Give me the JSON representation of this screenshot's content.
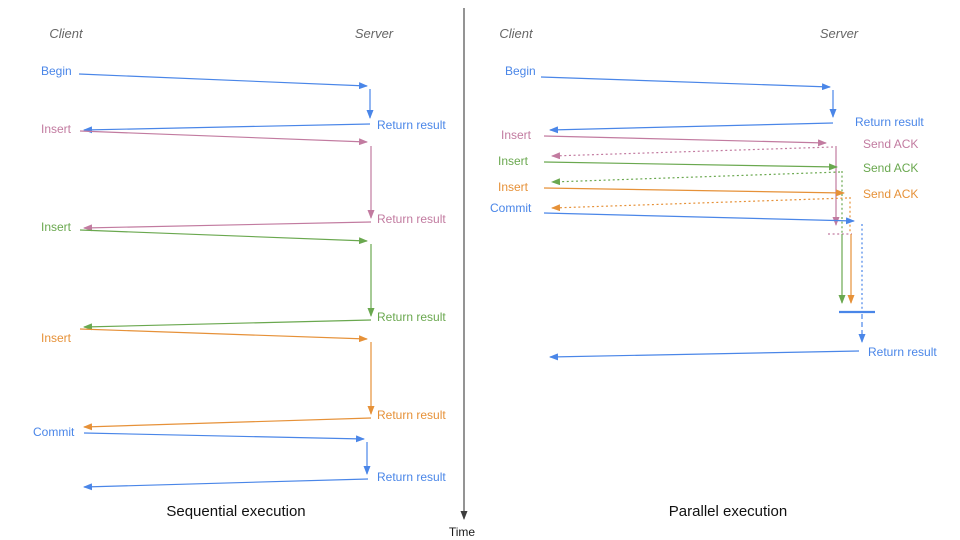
{
  "panels": [
    {
      "title": "Sequential execution",
      "client_header": "Client",
      "server_header": "Server",
      "messages": [
        {
          "request": "Begin",
          "response": "Return result",
          "color": "#4a86e8"
        },
        {
          "request": "Insert",
          "response": "Return result",
          "color": "#c27ba0"
        },
        {
          "request": "Insert",
          "response": "Return result",
          "color": "#6aa84f"
        },
        {
          "request": "Insert",
          "response": "Return result",
          "color": "#e69138"
        },
        {
          "request": "Commit",
          "response": "Return result",
          "color": "#4a86e8"
        }
      ]
    },
    {
      "title": "Parallel execution",
      "client_header": "Client",
      "server_header": "Server",
      "messages": [
        {
          "request": "Begin",
          "response": "Return result",
          "color": "#4a86e8"
        },
        {
          "request": "Insert",
          "response": "Send ACK",
          "color": "#c27ba0"
        },
        {
          "request": "Insert",
          "response": "Send ACK",
          "color": "#6aa84f"
        },
        {
          "request": "Insert",
          "response": "Send ACK",
          "color": "#e69138"
        },
        {
          "request": "Commit",
          "response": "Return result",
          "color": "#4a86e8"
        }
      ]
    }
  ],
  "time_axis_label": "Time",
  "colors": {
    "blue": "#4a86e8",
    "pink": "#c27ba0",
    "green": "#6aa84f",
    "orange": "#e69138",
    "header_gray": "#666666",
    "axis_dark": "#3d3d3d"
  }
}
